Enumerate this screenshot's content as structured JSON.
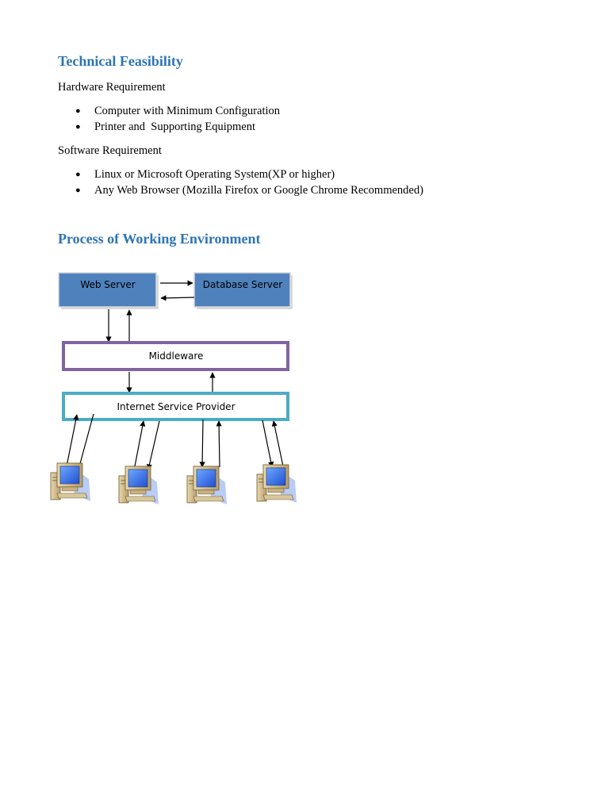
{
  "sections": {
    "technical_feasibility": {
      "title": "Technical Feasibility",
      "hardware": {
        "label": "Hardware Requirement",
        "items": [
          "Computer with Minimum Configuration",
          "Printer and  Supporting Equipment"
        ]
      },
      "software": {
        "label": "Software Requirement",
        "items": [
          "Linux or Microsoft Operating System(XP or higher)",
          "Any Web Browser (Mozilla Firefox or Google Chrome Recommended)"
        ]
      }
    },
    "process": {
      "title": "Process of Working Environment",
      "diagram": {
        "nodes": {
          "web_server": "Web Server",
          "database_server": "Database Server",
          "middleware": "Middleware",
          "isp": "Internet Service Provider"
        },
        "client_icon": "desktop-computer-icon",
        "client_count": 4,
        "colors": {
          "server_fill": "#4F81BD",
          "middleware_border": "#8064A2",
          "isp_border": "#4BACC6",
          "heading": "#2E74B5"
        }
      }
    }
  }
}
